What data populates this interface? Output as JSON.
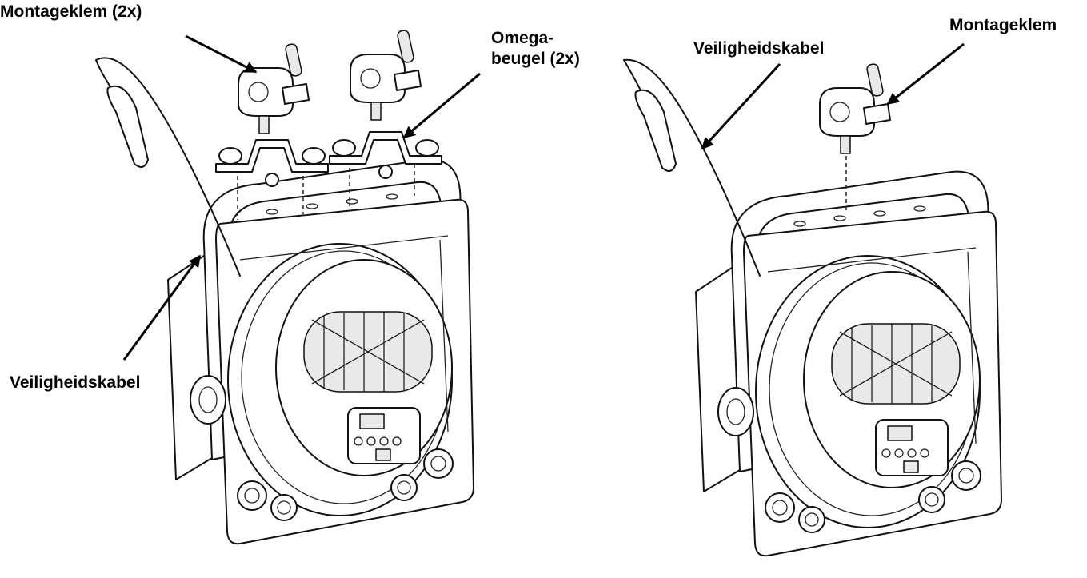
{
  "labels": {
    "left_clamp": "Montageklem (2x)",
    "omega_line1": "Omega-",
    "omega_line2": "beugel (2x)",
    "left_cable": "Veiligheidskabel",
    "right_cable": "Veiligheidskabel",
    "right_clamp": "Montageklem"
  },
  "colors": {
    "line": "#111111",
    "background": "#ffffff",
    "shade": "#e9e9e9"
  }
}
